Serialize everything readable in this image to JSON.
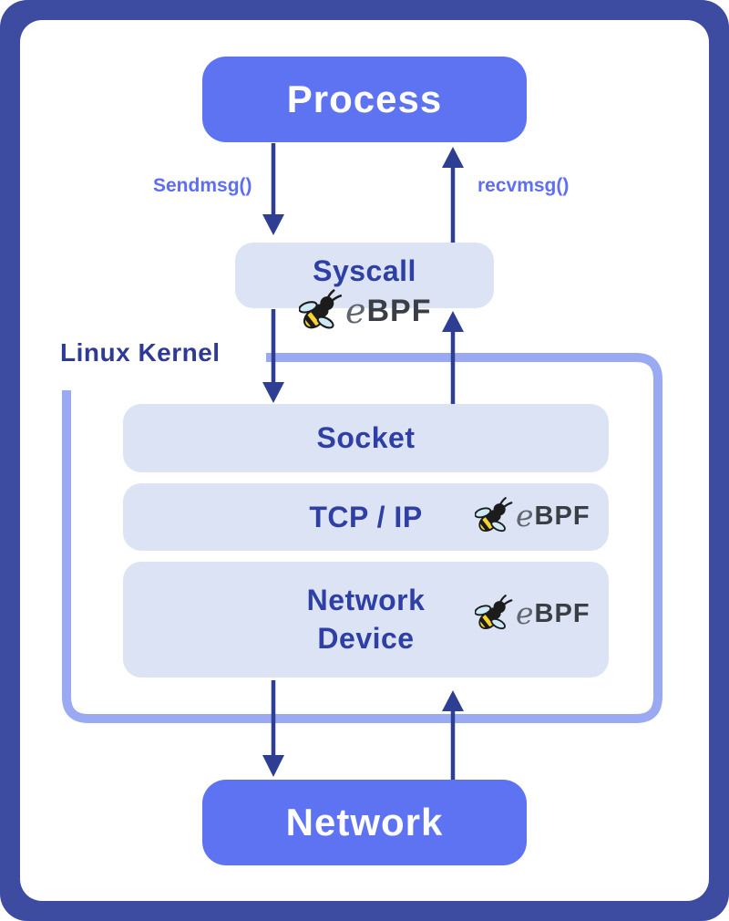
{
  "diagram": {
    "nodes": {
      "process": "Process",
      "syscall": "Syscall",
      "network": "Network"
    },
    "arrows": {
      "send": "Sendmsg()",
      "recv": "recvmsg()"
    },
    "kernel": {
      "title": "Linux Kernel",
      "layers": [
        {
          "name": "Socket"
        },
        {
          "name": "TCP / IP"
        },
        {
          "name_line1": "Network",
          "name_line2": "Device"
        }
      ]
    },
    "logo": {
      "e": "e",
      "bpf": "BPF"
    }
  },
  "colors": {
    "frame": "#3D4BA0",
    "card": "#FFFFFF",
    "node_fill": "#5E73F1",
    "node_text": "#FFFFFF",
    "layer_fill": "#DCE3F4",
    "layer_text": "#2E3FA5",
    "kernel_border": "#9AAAF2",
    "kernel_title": "#2F3A96",
    "arrow": "#2E3E92",
    "arrow_label": "#5D6EF3",
    "bee_body_yellow": "#F6D32D",
    "bee_wing_blue": "#CDE9F6",
    "bee_black": "#1C1C1C",
    "logo_e": "#5F6670",
    "logo_bpf": "#3A3F46"
  }
}
